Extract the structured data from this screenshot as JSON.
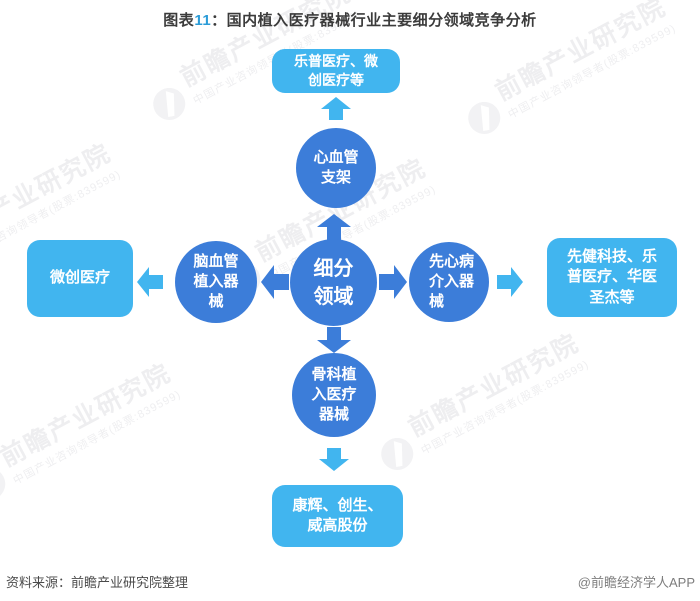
{
  "title": {
    "prefix": "图表",
    "number": "11",
    "suffix": "：国内植入医疗器械行业主要细分领域竞争分析"
  },
  "colors": {
    "node_blue": "#3c7dd9",
    "result_blue": "#41b5ef",
    "title_number_blue": "#2b9cd8"
  },
  "diagram": {
    "center": {
      "label": "细分\n领域"
    },
    "branches": {
      "top": {
        "node": "心血管\n支架",
        "result": "乐普医疗、微\n创医疗等"
      },
      "left": {
        "node": "脑血管\n植入器\n械",
        "result": "微创医疗"
      },
      "right": {
        "node": "先心病\n介入器\n械",
        "result": "先健科技、乐\n普医疗、华医\n圣杰等"
      },
      "bottom": {
        "node": "骨科植\n入医疗\n器械",
        "result": "康辉、创生、\n威高股份"
      }
    }
  },
  "watermark": {
    "main": "前瞻产业研究院",
    "sub": "中国产业咨询领导者(股票:839599)"
  },
  "footer": {
    "source": "资料来源：前瞻产业研究院整理",
    "credit": "@前瞻经济学人APP"
  }
}
